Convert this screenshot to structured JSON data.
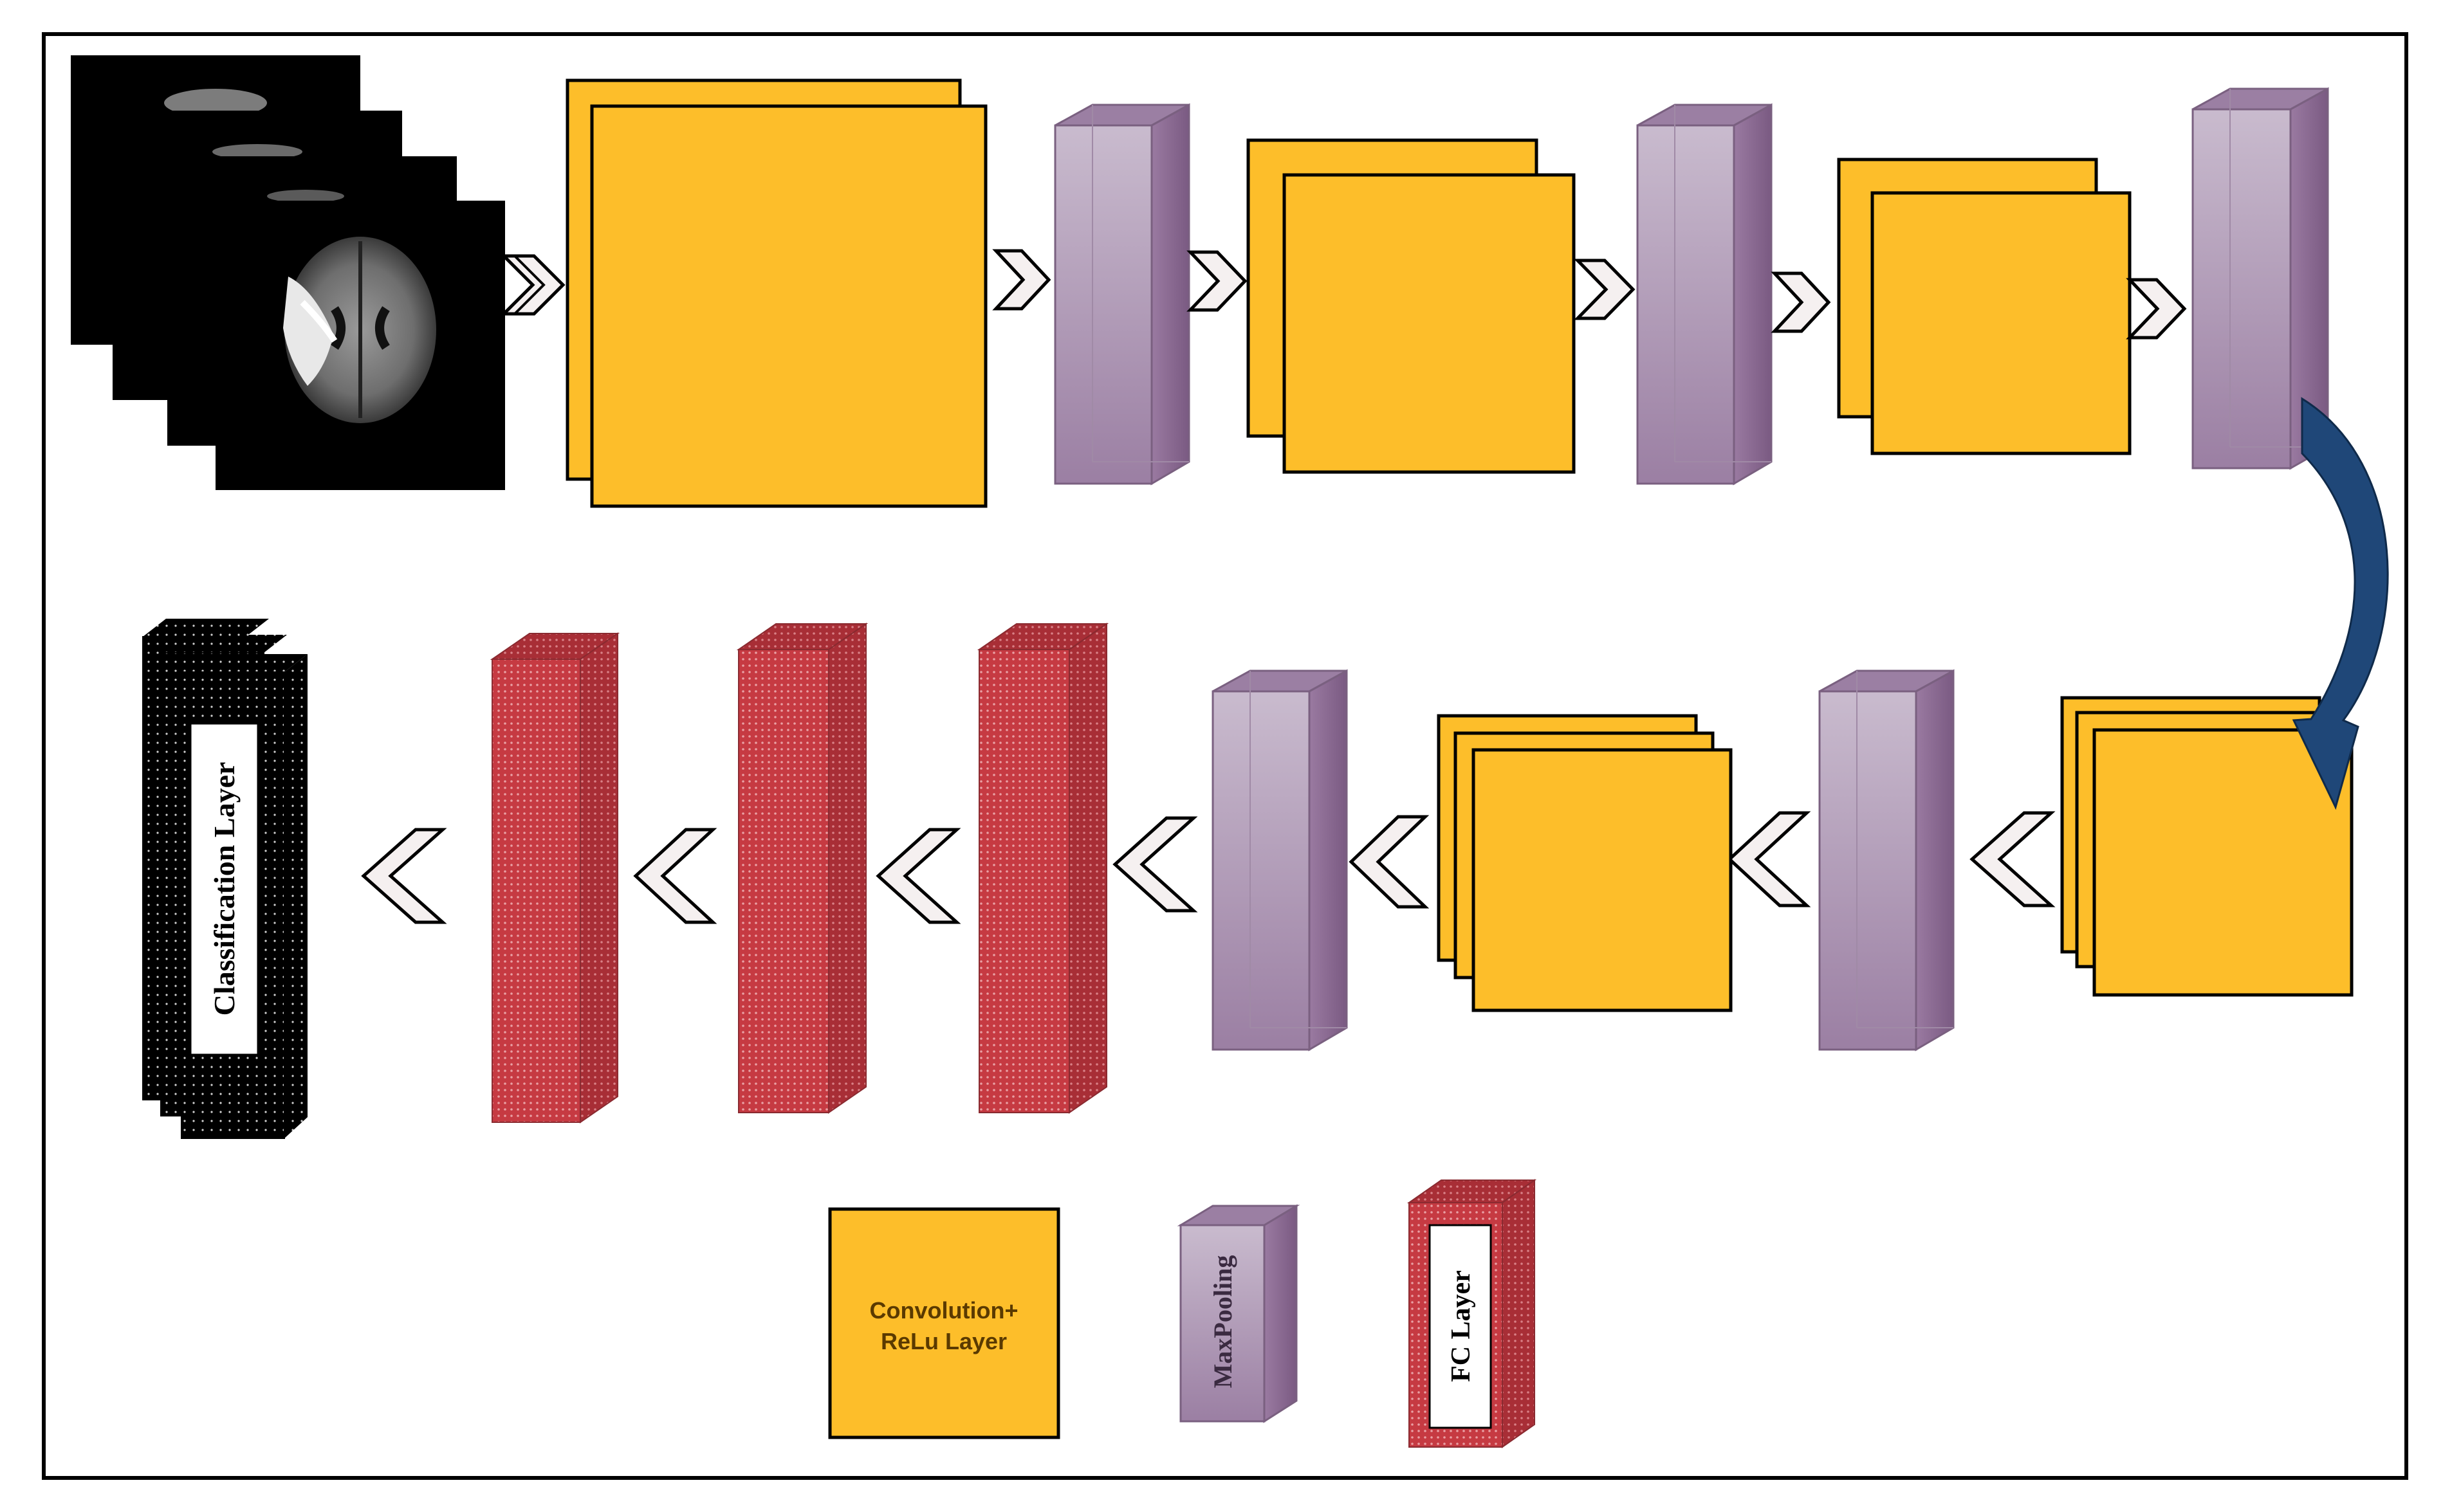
{
  "legend": {
    "conv_label_line1": "Convolution+",
    "conv_label_line2": "ReLu Layer",
    "maxpool_label": "MaxPooling",
    "fc_label": "FC Layer"
  },
  "classification": {
    "label": "Classification Layer"
  },
  "colors": {
    "conv_fill": "#FDBE2A",
    "pool_front": "#B7A3BD",
    "pool_side": "#8F6E96",
    "pool_top": "#9B7FA3",
    "fc_fill": "#C63A42",
    "flow_arrow": "#1F4778",
    "chevron_fill": "#F5F0F0"
  },
  "icons": {
    "chevron_right": "chevron-right-icon",
    "chevron_left": "chevron-left-icon",
    "brain_scan": "brain-mri-icon",
    "curved_arrow": "curved-arrow-icon"
  }
}
